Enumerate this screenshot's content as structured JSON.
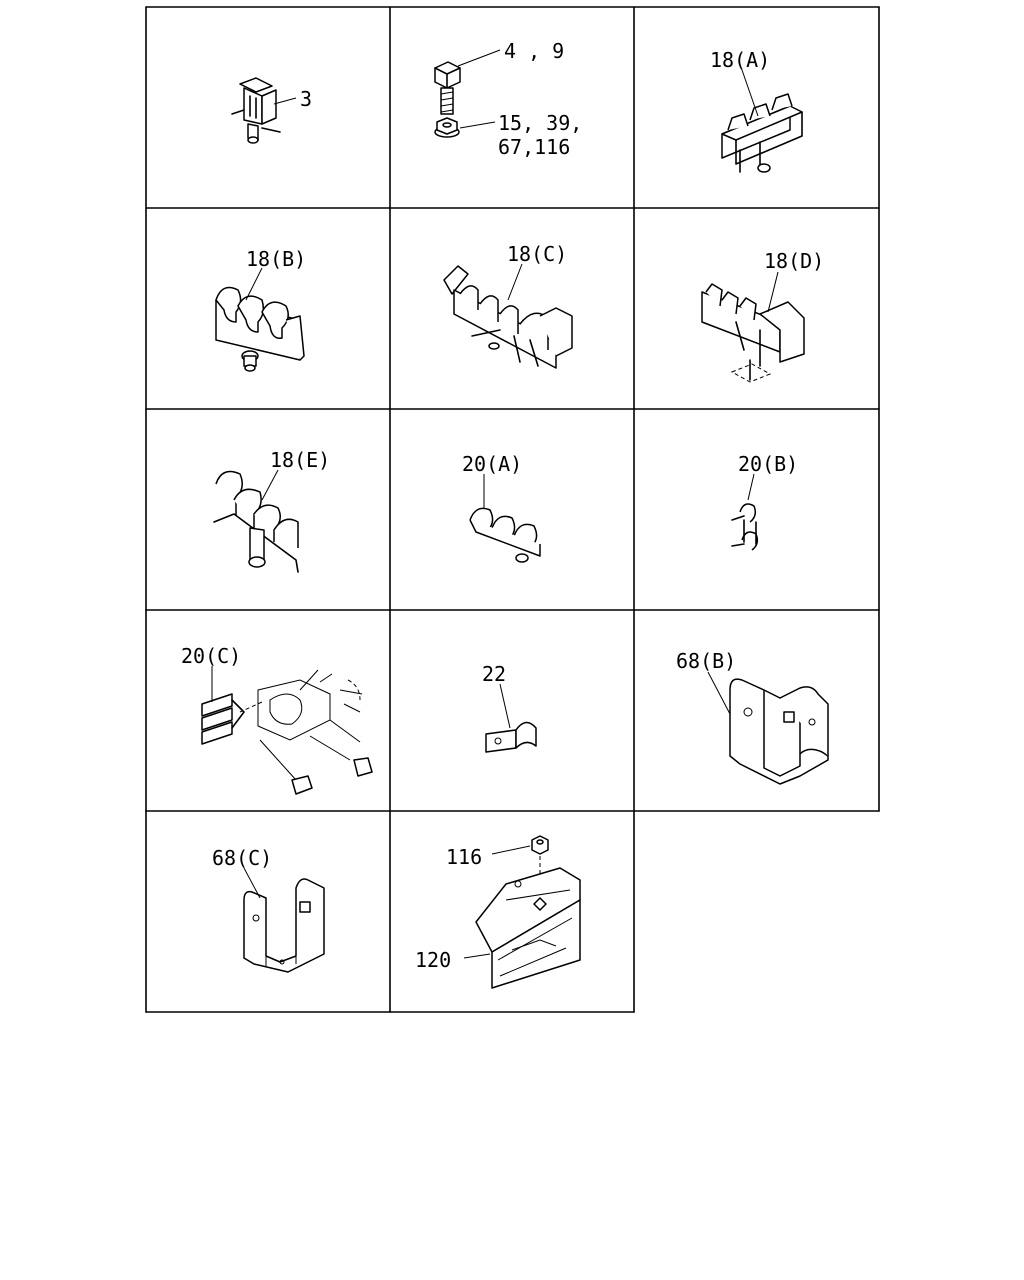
{
  "cells": [
    {
      "id": "cell-1",
      "labels": [
        "3"
      ]
    },
    {
      "id": "cell-2",
      "labels": [
        "4 , 9",
        "15, 39,",
        "67,116"
      ]
    },
    {
      "id": "cell-3",
      "labels": [
        "18(A)"
      ]
    },
    {
      "id": "cell-4",
      "labels": [
        "18(B)"
      ]
    },
    {
      "id": "cell-5",
      "labels": [
        "18(C)"
      ]
    },
    {
      "id": "cell-6",
      "labels": [
        "18(D)"
      ]
    },
    {
      "id": "cell-7",
      "labels": [
        "18(E)"
      ]
    },
    {
      "id": "cell-8",
      "labels": [
        "20(A)"
      ]
    },
    {
      "id": "cell-9",
      "labels": [
        "20(B)"
      ]
    },
    {
      "id": "cell-10",
      "labels": [
        "20(C)"
      ]
    },
    {
      "id": "cell-11",
      "labels": [
        "22"
      ]
    },
    {
      "id": "cell-12",
      "labels": [
        "68(B)"
      ]
    },
    {
      "id": "cell-13",
      "labels": [
        "68(C)"
      ]
    },
    {
      "id": "cell-14",
      "labels": [
        "116",
        "120"
      ]
    }
  ]
}
